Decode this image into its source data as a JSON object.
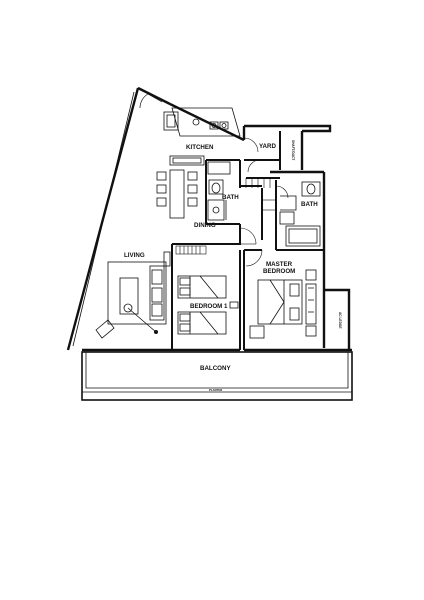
{
  "floorplan": {
    "rooms": {
      "kitchen": "KITCHEN",
      "yard": "YARD",
      "dining": "DINING",
      "bath_common": "BATH",
      "bath_master": "BATH",
      "living": "LIVING",
      "bedroom1": "BEDROOM 1",
      "master_bedroom_line1": "MASTER",
      "master_bedroom_line2": "BEDROOM",
      "balcony": "BALCONY",
      "planter": "PLANTER"
    },
    "small_labels": {
      "yard_service": "SHAFT/DUCT",
      "ac_ledge": "AC LEDGE"
    }
  }
}
